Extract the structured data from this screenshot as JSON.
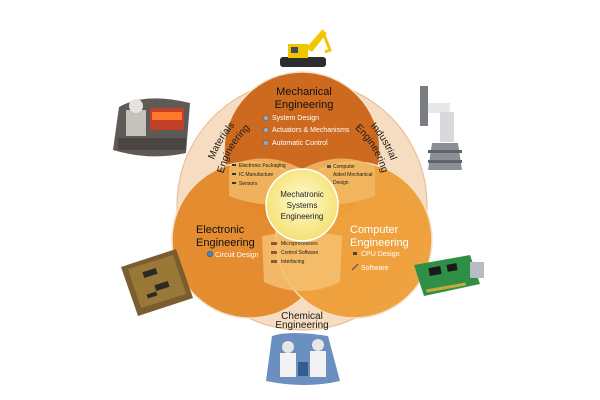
{
  "center": {
    "line1": "Mechatronic",
    "line2": "Systems",
    "line3": "Engineering"
  },
  "mechanical": {
    "title_line1": "Mechanical",
    "title_line2": "Engineering",
    "items": [
      "System Design",
      "Actuators & Mechanisms",
      "Automatic Control"
    ]
  },
  "electronic": {
    "title_line1": "Electronic",
    "title_line2": "Engineering",
    "items": [
      "Circuit Design"
    ]
  },
  "computer": {
    "title_line1": "Computer",
    "title_line2": "Engineering",
    "items": [
      "CPU Design",
      "Software"
    ]
  },
  "overlap_mech_elec": {
    "items": [
      "Electronic Packaging",
      "IC Manufacture",
      "Sensors"
    ]
  },
  "overlap_mech_comp": {
    "items": [
      "Computer",
      "Aided Mechanical",
      "Design"
    ]
  },
  "overlap_elec_comp": {
    "items": [
      "Microprocessors",
      "Control Software",
      "Interfacing"
    ]
  },
  "ring": {
    "materials_line1": "Materials",
    "materials_line2": "Engineering",
    "industrial_line1": "Industrial",
    "industrial_line2": "Engineering",
    "chemical_line1": "Chemical",
    "chemical_line2": "Engineering"
  },
  "colors": {
    "ring": "#f6dcc0",
    "mechanical": "#cd6a20",
    "electronic": "#e9902e",
    "computer": "#f0a238",
    "overlap": "#f6cf96",
    "core": "#fff6a8"
  },
  "photos": [
    "excavator",
    "welder",
    "robot-arm",
    "circuit-board",
    "pcb-card",
    "lab-workers"
  ]
}
